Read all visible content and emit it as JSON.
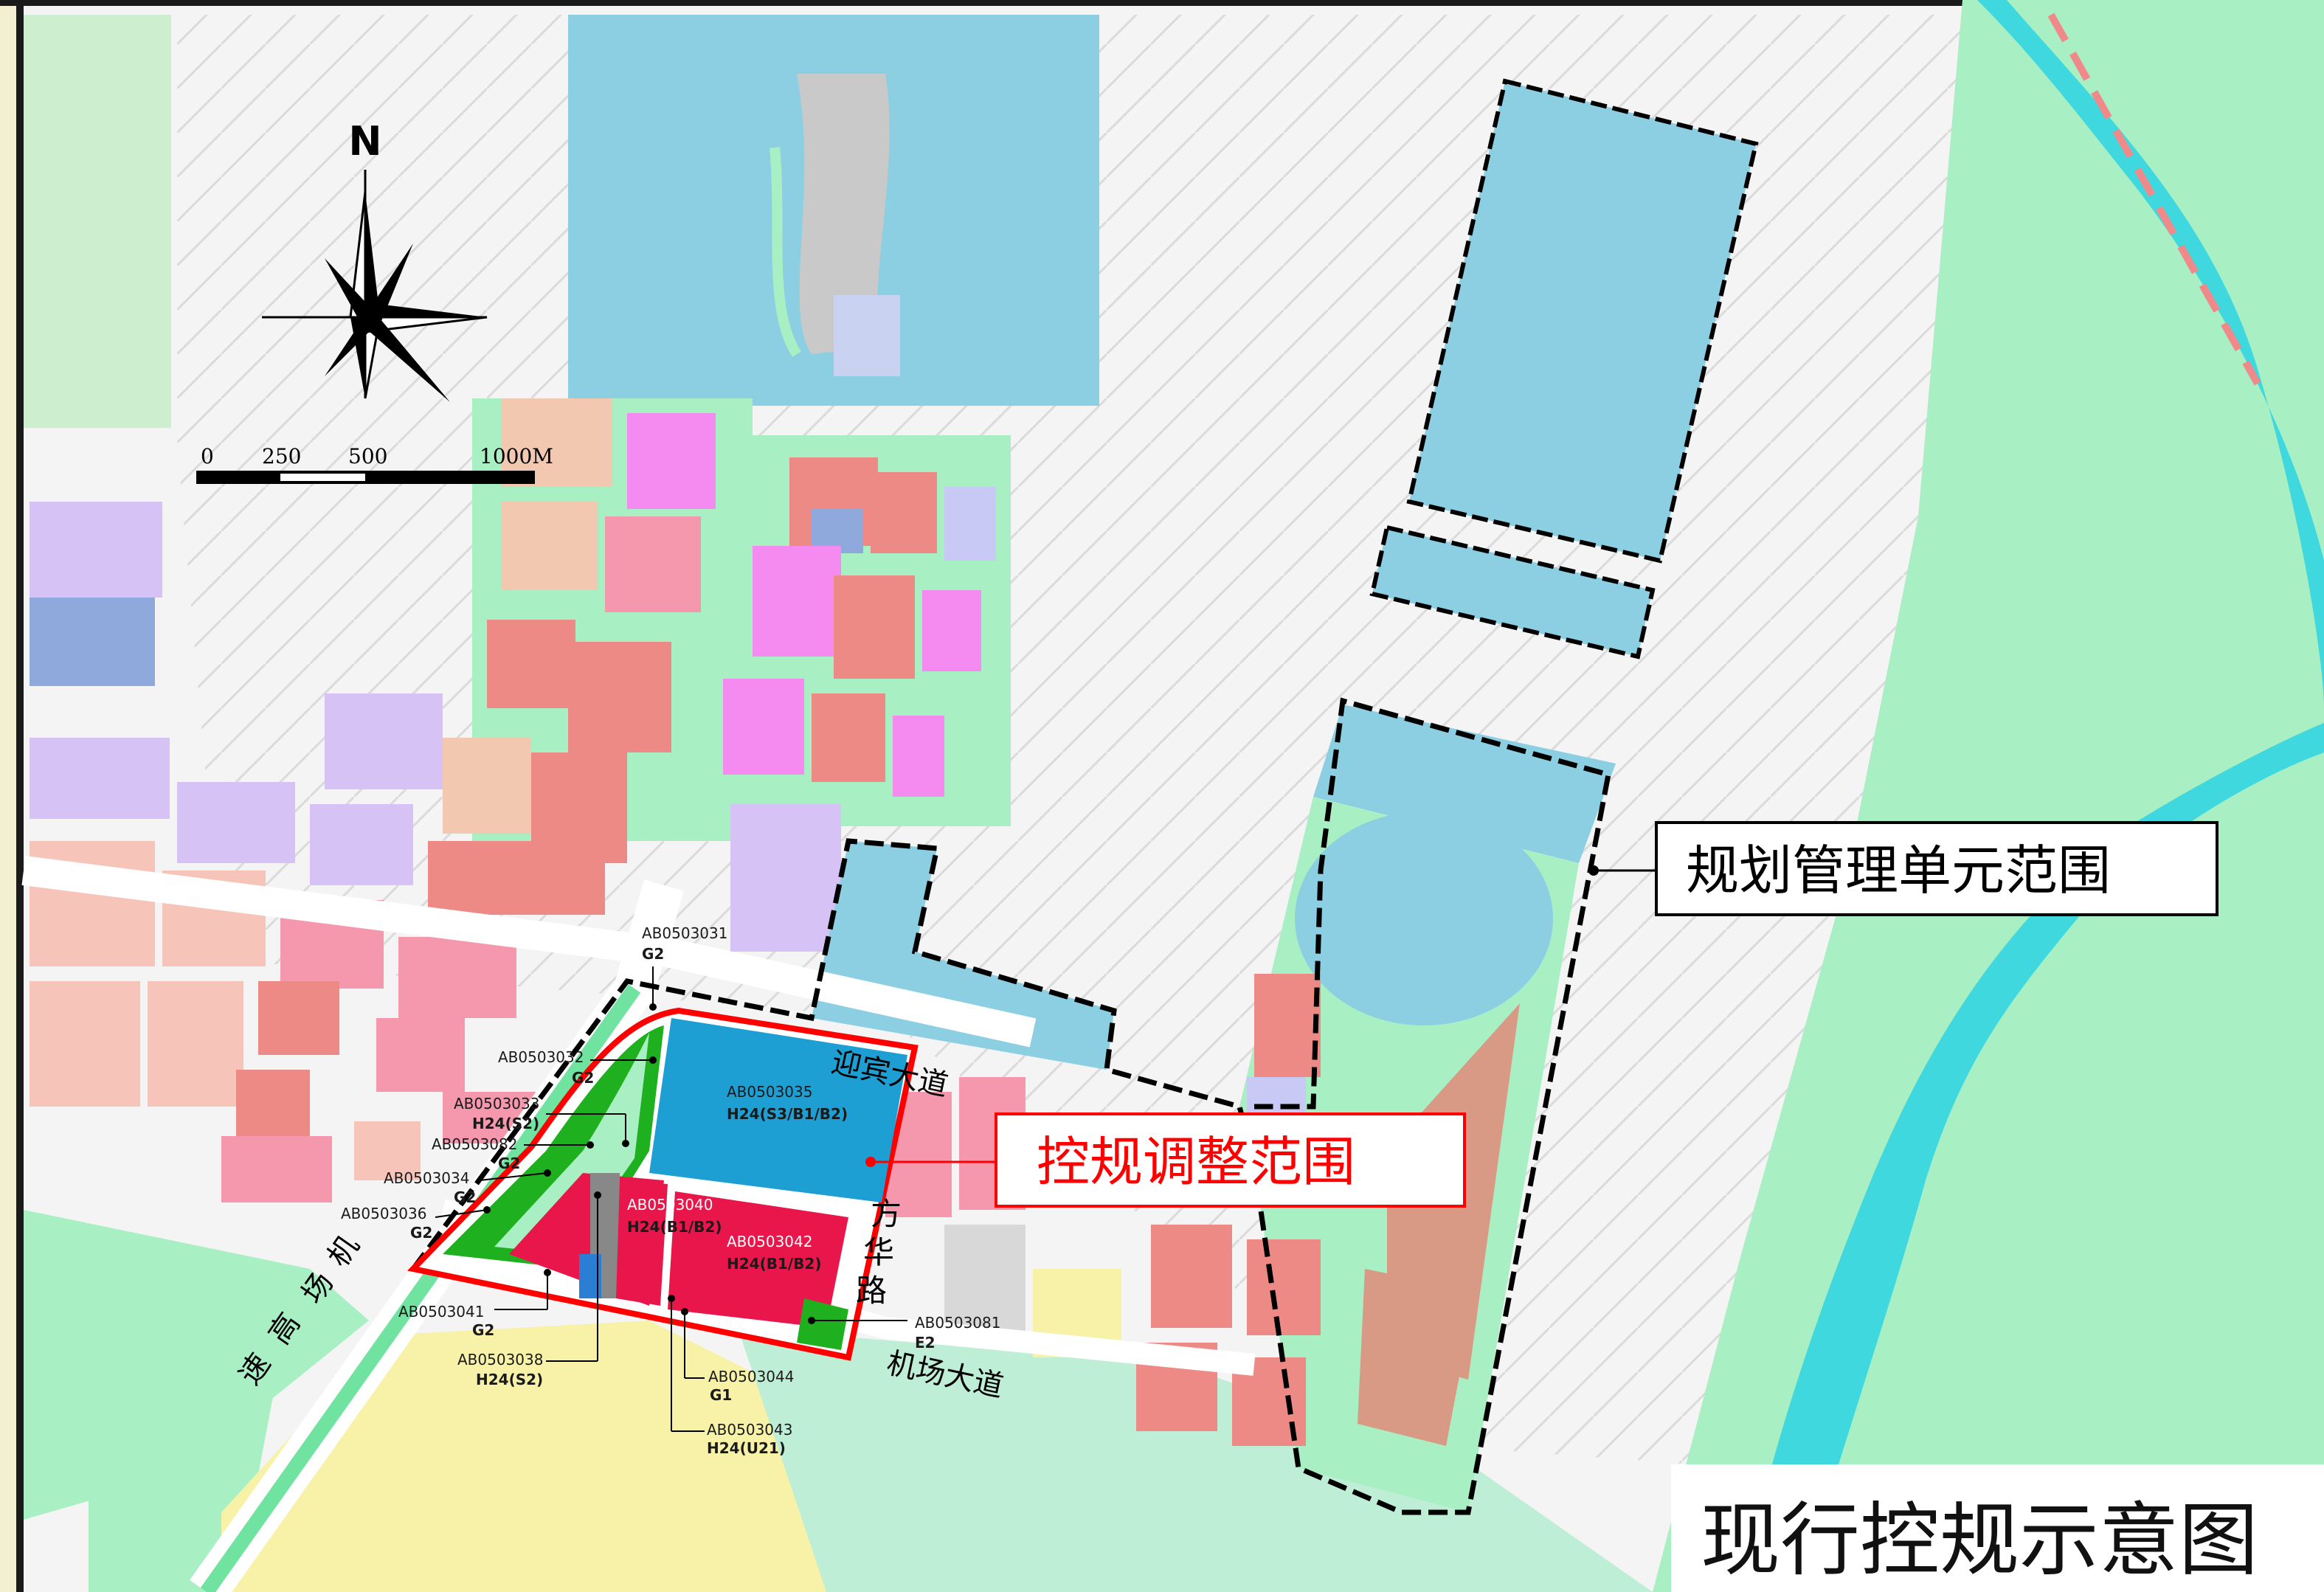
{
  "title": "现行控规示意图",
  "legend_management_unit": "规划管理单元范围",
  "legend_adjustment": "控规调整范围",
  "north": "N",
  "scale": {
    "ticks": [
      "0",
      "250",
      "500",
      "1000M"
    ]
  },
  "roads": {
    "yingbin": "迎宾大道",
    "fanghua": [
      "方",
      "华",
      "路"
    ],
    "jichang_dadao": "机场大道",
    "jichang_gaosu": [
      "机",
      "场",
      "高",
      "速"
    ]
  },
  "parcels": {
    "ab0503031": {
      "id": "AB0503031",
      "code": "G2"
    },
    "ab0503032": {
      "id": "AB0503032",
      "code": "G2"
    },
    "ab0503033": {
      "id": "AB0503033",
      "code": "H24(S2)"
    },
    "ab0503082": {
      "id": "AB0503082",
      "code": "G2"
    },
    "ab0503034": {
      "id": "AB0503034",
      "code": "G2"
    },
    "ab0503036": {
      "id": "AB0503036",
      "code": "G2"
    },
    "ab0503041": {
      "id": "AB0503041",
      "code": "G2"
    },
    "ab0503038": {
      "id": "AB0503038",
      "code": "H24(S2)"
    },
    "ab0503044": {
      "id": "AB0503044",
      "code": "G1"
    },
    "ab0503043": {
      "id": "AB0503043",
      "code": "H24(U21)"
    },
    "ab0503081": {
      "id": "AB0503081",
      "code": "E2"
    },
    "ab0503035": {
      "id": "AB0503035",
      "code": "H24(S3/B1/B2)"
    },
    "ab0503040": {
      "id": "AB0503040",
      "code": "H24(B1/B2)"
    },
    "ab0503042": {
      "id": "AB0503042",
      "code": "H24(B1/B2)"
    }
  },
  "colors": {
    "transport_blue": "#8ccfe3",
    "commercial_red": "#ee8a86",
    "green_space": "#a9efc4",
    "residential_yellow": "#f7f2a8",
    "industrial_purple": "#d6c2f5",
    "magenta": "#f58af0",
    "hub_blue": "#1e9fd4",
    "hub_red": "#e8164a",
    "boundary_red": "#ff0000"
  }
}
